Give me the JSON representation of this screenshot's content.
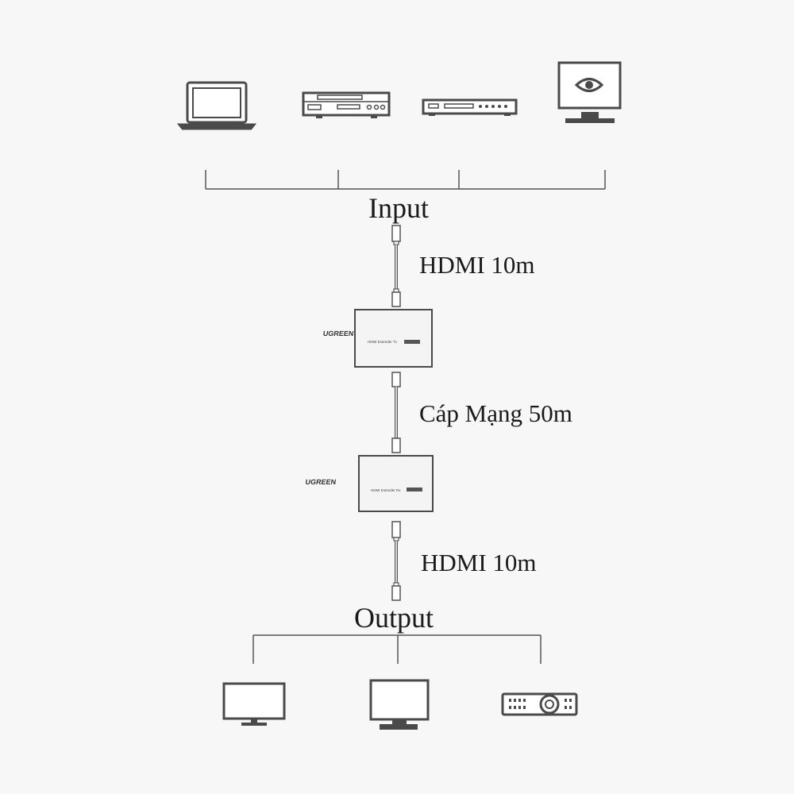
{
  "labels": {
    "input": "Input",
    "output": "Output",
    "hdmi_in": "HDMI 10m",
    "network": "Cáp Mạng 50m",
    "hdmi_out": "HDMI 10m"
  },
  "transmitter": {
    "brand": "UGREEN",
    "product_line": "HDMI Extender Tx"
  },
  "receiver": {
    "brand": "UGREEN",
    "product_line": "HDMI Extender Rx"
  },
  "colors": {
    "stroke": "#4a4a4a",
    "device_fill": "#ffffff",
    "box_fill": "#f4f4f4"
  },
  "icons": {
    "inputs": [
      "laptop-icon",
      "dvd-player-icon",
      "set-top-box-icon",
      "monitor-eye-icon"
    ],
    "outputs": [
      "tv-icon",
      "monitor-icon",
      "projector-icon"
    ]
  }
}
